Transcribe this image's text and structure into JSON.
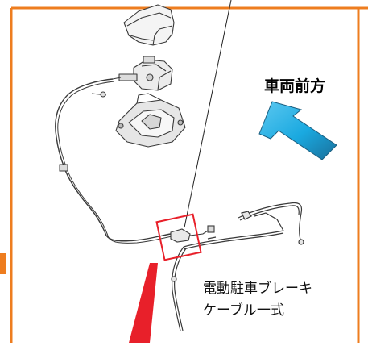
{
  "labels": {
    "vehicle_front": "車両前方",
    "caption_line1": "電動駐車ブレーキ",
    "caption_line2": "ケーブル一式"
  },
  "colors": {
    "frame_orange": "#ee7d1f",
    "highlight_red": "#e8202a",
    "arrow_cyan": "#1aa9e0",
    "line_art": "#3a3a3a"
  },
  "icons": {
    "direction": "vehicle-front-arrow-icon"
  }
}
